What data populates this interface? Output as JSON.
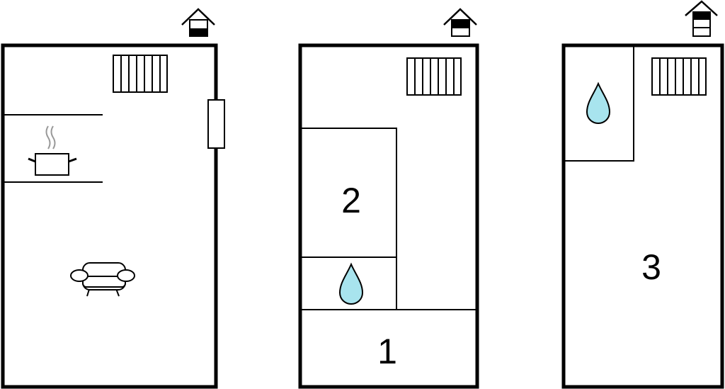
{
  "floors": [
    {
      "name": "floor-ground",
      "rooms": []
    },
    {
      "name": "floor-first",
      "rooms": [
        "2",
        "1"
      ]
    },
    {
      "name": "floor-second",
      "rooms": [
        "3"
      ]
    }
  ],
  "colors": {
    "water": "#a8e4ee",
    "line": "#000000",
    "steam": "#999999"
  }
}
